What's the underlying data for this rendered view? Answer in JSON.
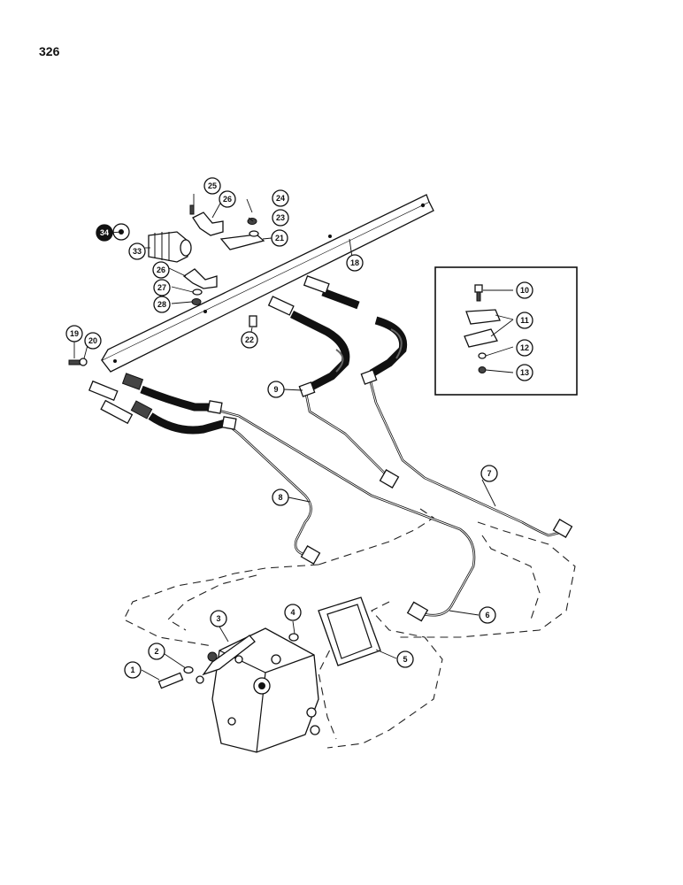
{
  "page_number": "326",
  "callouts": [
    {
      "id": "c1",
      "label": "1"
    },
    {
      "id": "c2",
      "label": "2"
    },
    {
      "id": "c3",
      "label": "3"
    },
    {
      "id": "c4",
      "label": "4"
    },
    {
      "id": "c5",
      "label": "5"
    },
    {
      "id": "c6",
      "label": "6"
    },
    {
      "id": "c7",
      "label": "7"
    },
    {
      "id": "c8",
      "label": "8"
    },
    {
      "id": "c9",
      "label": "9"
    },
    {
      "id": "c10",
      "label": "10"
    },
    {
      "id": "c11",
      "label": "11"
    },
    {
      "id": "c12",
      "label": "12"
    },
    {
      "id": "c13",
      "label": "13"
    },
    {
      "id": "c18",
      "label": "18"
    },
    {
      "id": "c19",
      "label": "19"
    },
    {
      "id": "c20",
      "label": "20"
    },
    {
      "id": "c21",
      "label": "21"
    },
    {
      "id": "c22",
      "label": "22"
    },
    {
      "id": "c23",
      "label": "23"
    },
    {
      "id": "c24",
      "label": "24"
    },
    {
      "id": "c25",
      "label": "25"
    },
    {
      "id": "c26a",
      "label": "26"
    },
    {
      "id": "c26b",
      "label": "26"
    },
    {
      "id": "c27",
      "label": "27"
    },
    {
      "id": "c28",
      "label": "28"
    },
    {
      "id": "c33",
      "label": "33"
    },
    {
      "id": "c34",
      "label": "34"
    }
  ]
}
